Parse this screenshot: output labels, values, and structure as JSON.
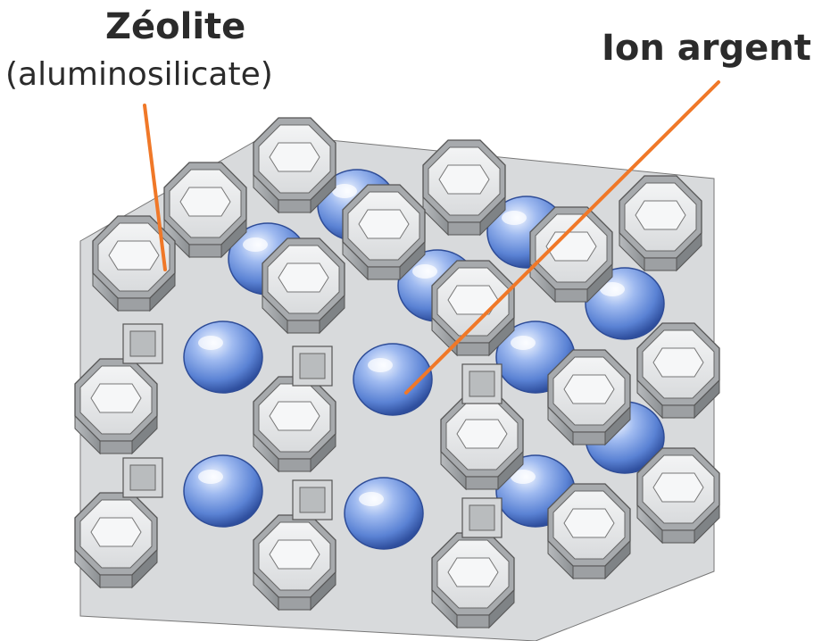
{
  "labels": {
    "zeolite_title": "Zéolite",
    "zeolite_subtitle": "(aluminosilicate)",
    "ion_title": "Ion argent"
  },
  "colors": {
    "leader_line": "#f07828",
    "cage_light": "#e9ebec",
    "cage_mid": "#c3c6c8",
    "cage_dark": "#8f9295",
    "ion_light": "#e8f0ff",
    "ion_mid": "#6f95de",
    "ion_dark": "#3354a8"
  }
}
